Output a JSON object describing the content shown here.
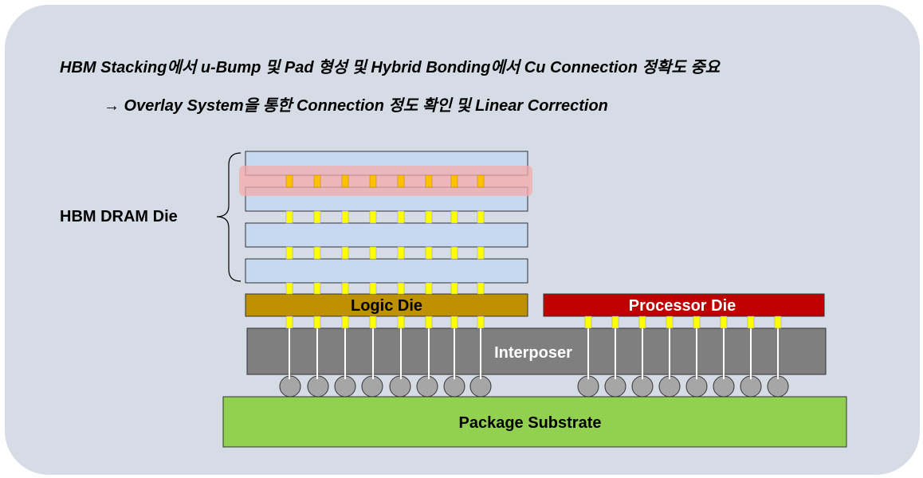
{
  "heading": "HBM Stacking에서 u-Bump 및 Pad 형성 및 Hybrid Bonding에서 Cu Connection 정확도 중요",
  "subheading": "→ Overlay System을 통한 Connection 정도 확인 및 Linear Correction",
  "labels": {
    "hbm_dram_die": "HBM DRAM Die",
    "logic_die": "Logic Die",
    "processor_die": "Processor Die",
    "interposer": "Interposer",
    "package_substrate": "Package Substrate"
  },
  "colors": {
    "panel_bg": "#d6dce6",
    "dram_die": "#c6d9f1",
    "highlight": "#f4a9aa",
    "bump": "#ffff00",
    "bump_highlight": "#ffc000",
    "logic_die": "#bf9000",
    "processor_die": "#c00000",
    "interposer": "#7f7f7f",
    "substrate": "#92d050",
    "ball": "#a6a6a6"
  }
}
